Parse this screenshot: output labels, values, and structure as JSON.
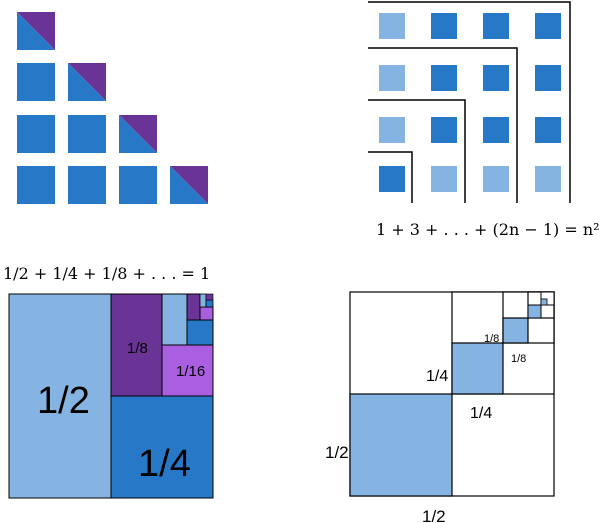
{
  "colors": {
    "blue": "#2878c8",
    "light_blue": "#86b4e2",
    "dark_purple": "#6a3496",
    "purple": "#a95fe0",
    "black": "#000000"
  },
  "panel_top_left": {
    "grid_rows": 4,
    "diagonal_squares": 4
  },
  "panel_top_right": {
    "formula": "1 + 3 + . . . + (2n − 1) = n²"
  },
  "panel_bottom_left": {
    "formula": "1/2 + 1/4 + 1/8 + . . . = 1",
    "labels": {
      "half": "1/2",
      "quarter": "1/4",
      "eighth": "1/8",
      "sixteenth": "1/16"
    }
  },
  "panel_bottom_right": {
    "labels": {
      "half_left": "1/2",
      "half_bottom": "1/2",
      "quarter_left": "1/4",
      "quarter_bottom": "1/4",
      "eighth_left": "1/8",
      "eighth_bottom": "1/8"
    }
  }
}
